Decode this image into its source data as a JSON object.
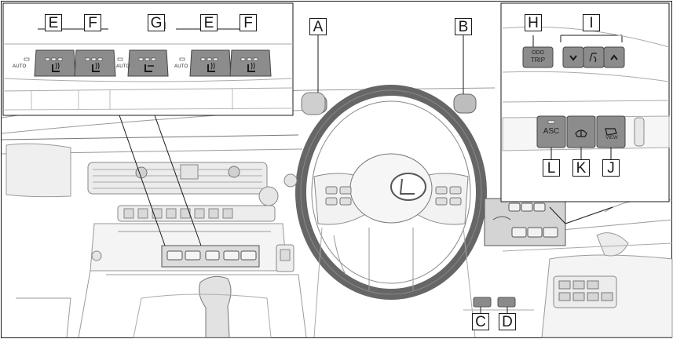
{
  "callouts": {
    "a": "A",
    "b": "B",
    "c": "C",
    "d": "D",
    "e1": "E",
    "f1": "F",
    "g": "G",
    "e2": "E",
    "f2": "F",
    "h": "H",
    "i": "I",
    "j": "J",
    "k": "K",
    "l": "L"
  },
  "seat_panel": {
    "auto_1": "AUTO",
    "auto_2": "AUTO",
    "auto_3": "AUTO"
  },
  "right_panel": {
    "odo_line1": "ODO",
    "odo_line2": "TRIP",
    "asc_label": "ASC",
    "view_label": "VIEW"
  },
  "colors": {
    "line": "#1a1a1a",
    "button": "#7f7f7f",
    "dash_gray": "#d9d9d9",
    "panel_fill": "#f2f2f2"
  }
}
